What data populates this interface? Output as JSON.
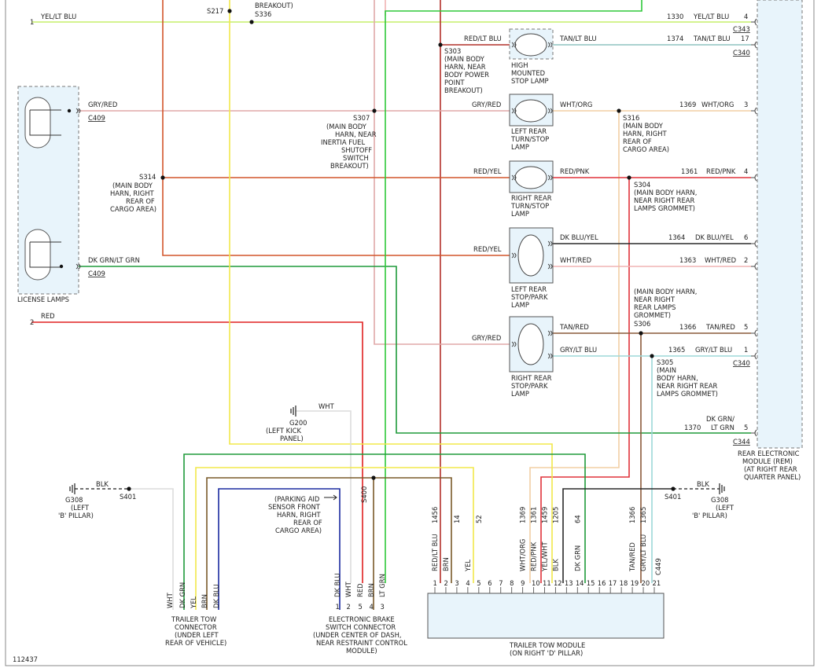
{
  "figure_id": "112437",
  "components": {
    "license_lamps": "LICENSE LAMPS",
    "hmsl": [
      "HIGH",
      "MOUNTED",
      "STOP LAMP"
    ],
    "lr_turn": [
      "LEFT REAR",
      "TURN/STOP",
      "LAMP"
    ],
    "rr_turn": [
      "RIGHT REAR",
      "TURN/STOP",
      "LAMP"
    ],
    "lr_stop": [
      "LEFT REAR",
      "STOP/PARK",
      "LAMP"
    ],
    "rr_stop": [
      "RIGHT REAR",
      "STOP/PARK",
      "LAMP"
    ],
    "rem": [
      "REAR ELECTRONIC",
      "MODULE (REM)",
      "(AT RIGHT REAR",
      "QUARTER PANEL)"
    ],
    "trailer_module": [
      "TRAILER TOW MODULE",
      "(ON RIGHT 'D' PILLAR)"
    ],
    "trailer_conn": [
      "TRAILER TOW",
      "CONNECTOR",
      "(UNDER LEFT",
      "REAR OF VEHICLE)"
    ],
    "brake_conn": [
      "ELECTRONIC BRAKE",
      "SWITCH CONNECTOR",
      "(UNDER CENTER OF DASH,",
      "NEAR RESTRAINT CONTROL",
      "MODULE)"
    ]
  },
  "splices": {
    "s217": "S217",
    "s336": "S336",
    "top_breakout": [
      "BREAKOUT)"
    ],
    "s303": [
      "S303",
      "(MAIN BODY",
      "HARN, NEAR",
      "BODY POWER",
      "POINT",
      "BREAKOUT)"
    ],
    "s307": [
      "S307",
      "(MAIN BODY",
      "HARN, NEAR",
      "INERTIA FUEL",
      "SHUTOFF",
      "SWITCH",
      "BREAKOUT)"
    ],
    "s314": [
      "S314",
      "(MAIN BODY",
      "HARN, RIGHT",
      "REAR OF",
      "CARGO AREA)"
    ],
    "s316": [
      "S316",
      "(MAIN BODY",
      "HARN, RIGHT",
      "REAR OF",
      "CARGO AREA)"
    ],
    "s304": [
      "S304",
      "(MAIN BODY HARN,",
      "NEAR RIGHT REAR",
      "LAMPS GROMMET)"
    ],
    "s306": [
      "(MAIN BODY HARN,",
      "NEAR RIGHT",
      "REAR LAMPS",
      "GROMMET)",
      "S306"
    ],
    "s305": [
      "S305",
      "(MAIN",
      "BODY HARN,",
      "NEAR RIGHT REAR",
      "LAMPS GROMMET)"
    ],
    "s400": "S400",
    "s401_left": "S401",
    "s401_right": "S401",
    "parking_aid": [
      "(PARKING AID",
      "SENSOR FRONT",
      "HARN, RIGHT",
      "REAR OF",
      "CARGO AREA)"
    ]
  },
  "grounds": {
    "g200": [
      "G200",
      "(LEFT KICK",
      "PANEL)"
    ],
    "g308_left": [
      "G308",
      "(LEFT",
      "'B' PILLAR)"
    ],
    "g308_right": [
      "G308",
      "(LEFT",
      "'B' PILLAR)"
    ]
  },
  "connectors": {
    "c409a": "C409",
    "c409b": "C409",
    "c343": "C343",
    "c340a": "C340",
    "c340b": "C340",
    "c344": "C344",
    "c449": "C449"
  },
  "wire_labels": {
    "yel_lt_blu_left": "YEL/LT BLU",
    "yel_lt_blu_right": "YEL/LT BLU",
    "pin1": "1",
    "red_lt_blu": "RED/LT BLU",
    "tan_lt_blu_a": "TAN/LT BLU",
    "tan_lt_blu_b": "TAN/LT BLU",
    "gry_red_a": "GRY/RED",
    "gry_red_b": "GRY/RED",
    "gry_red_c": "GRY/RED",
    "wht_org_a": "WHT/ORG",
    "wht_org_b": "WHT/ORG",
    "red_yel_a": "RED/YEL",
    "red_yel_b": "RED/YEL",
    "red_pnk_a": "RED/PNK",
    "red_pnk_b": "RED/PNK",
    "dk_blu_yel_a": "DK BLU/YEL",
    "dk_blu_yel_b": "DK BLU/YEL",
    "wht_red_a": "WHT/RED",
    "wht_red_b": "WHT/RED",
    "dk_grn_lt_grn": "DK GRN/LT GRN",
    "red": "RED",
    "pin2": "2",
    "tan_red_a": "TAN/RED",
    "tan_red_b": "TAN/RED",
    "gry_lt_blu_a": "GRY/LT BLU",
    "gry_lt_blu_b": "GRY/LT BLU",
    "wht": "WHT",
    "dk_grn_right": [
      "DK GRN/",
      "LT GRN"
    ],
    "blk_left": "BLK",
    "blk_right": "BLK"
  },
  "circuits": {
    "c1330": "1330",
    "c1374": "1374",
    "c1369": "1369",
    "c1361": "1361",
    "c1364": "1364",
    "c1363": "1363",
    "c1366": "1366",
    "c1365": "1365",
    "c1370": "1370"
  },
  "rem_pins": [
    "4",
    "17",
    "3",
    "4",
    "6",
    "2",
    "5",
    "1",
    "5"
  ],
  "trailer_module_pins": {
    "numbers": [
      "1",
      "2",
      "3",
      "4",
      "5",
      "6",
      "7",
      "8",
      "9",
      "10",
      "11",
      "12",
      "13",
      "14",
      "15",
      "16",
      "17",
      "18",
      "19",
      "20",
      "21"
    ],
    "wire_colors": {
      "1": "RED/LT BLU",
      "2": "BRN",
      "3": "",
      "4": "YEL",
      "9": "WHT/ORG",
      "10": "RED/PNK",
      "11": "YEL/WHT",
      "12": "BLK",
      "14": "DK GRN",
      "19": "TAN/RED",
      "20": "GRY/LT BLU"
    },
    "circuits": {
      "1": "1456",
      "3": "14",
      "5": "52",
      "9": "1369",
      "10": "1361",
      "11": "1459",
      "12": "1205",
      "14": "64",
      "19": "1366",
      "20": "1365"
    }
  },
  "trailer_conn_wires": [
    "WHT",
    "DK GRN",
    "YEL",
    "BRN",
    "DK BLU"
  ],
  "brake_conn_wires": [
    "DK BLU",
    "WHT",
    "RED",
    "BRN",
    "LT GRN"
  ],
  "brake_conn_pins": [
    "1",
    "2",
    "5",
    "4",
    "3"
  ],
  "colors": {
    "yel_lt_blu": "#c6ef6a",
    "red_lt_blu": "#b2302a",
    "tan_lt_blu": "#8fc4c0",
    "gry_red": "#e0a8a8",
    "wht_org": "#f2cfa4",
    "red_yel": "#d2552a",
    "red_pnk": "#e0323a",
    "dk_blu_yel": "#2a2a2a",
    "wht_red": "#f0b3b3",
    "dk_grn_lt_grn": "#1e9a3a",
    "red": "#e02020",
    "tan_red": "#8a5a3a",
    "gry_lt_blu": "#9dd8d8",
    "yellow": "#f2e84a",
    "green": "#2ec83a",
    "brown": "#7a5a2a",
    "blue": "#1a2aa0",
    "lamp_fill": "#e8f4fb"
  }
}
